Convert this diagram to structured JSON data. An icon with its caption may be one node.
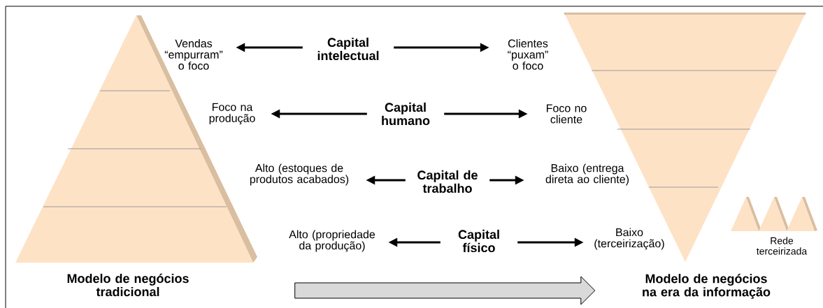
{
  "diagram": {
    "nodes": [
      {
        "text": [
          "Modelo de negócios tradicional"
        ]
      },
      {
        "text": [
          "Vendas “empurram” o foco"
        ]
      },
      {
        "text": [
          "Capital intelectual"
        ]
      },
      {
        "text": [
          "Clientes “puxam” o foco"
        ]
      },
      {
        "text": [
          "Modelo de negócios na era da informação"
        ]
      },
      {
        "text": [
          "Foco na produção"
        ]
      },
      {
        "text": [
          "Capital humano"
        ]
      },
      {
        "text": [
          "Foco no cliente"
        ]
      },
      {
        "text": [
          "Alto (estoques de produtos acabados)"
        ]
      },
      {
        "text": [
          "Capital de trabalho"
        ]
      },
      {
        "text": [
          "Baixo (entrega direta ao cliente)"
        ]
      },
      {
        "text": [
          "Alto (propriedade da produção)"
        ]
      },
      {
        "text": [
          "Capital físico"
        ]
      },
      {
        "text": [
          "Baixo (terceirização)"
        ]
      },
      {
        "text": [
          "Rede terceirizada"
        ]
      }
    ],
    "edges": [
      {
        "from": 2,
        "to": 1,
        "arrow": "to"
      },
      {
        "from": 2,
        "to": 3,
        "arrow": "to"
      },
      {
        "from": 6,
        "to": 5,
        "arrow": "to"
      },
      {
        "from": 6,
        "to": 7,
        "arrow": "to"
      },
      {
        "from": 9,
        "to": 8,
        "arrow": "to"
      },
      {
        "from": 9,
        "to": 10,
        "arrow": "to"
      },
      {
        "from": 12,
        "to": 11,
        "arrow": "to"
      },
      {
        "from": 12,
        "to": 13,
        "arrow": "to"
      },
      {
        "from": 0,
        "to": 4,
        "arrow": "to",
        "style": "thick",
        "color": "#d9d9d9"
      }
    ]
  }
}
